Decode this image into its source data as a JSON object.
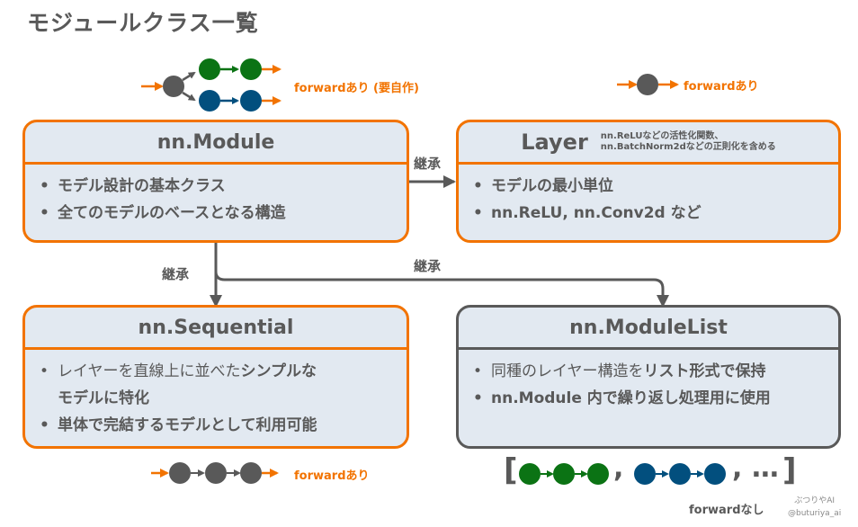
{
  "title": "モジュールクラス一覧",
  "colors": {
    "orange": "#f27300",
    "gray": "#595959",
    "green": "#0b7314",
    "blue": "#024f7e",
    "box_fill": "#e2e9f1"
  },
  "legend": {
    "branch_label": "forwardあり (要自作)",
    "single_label": "forwardあり",
    "sequential_label": "forwardあり",
    "modulelist_label": "forwardなし",
    "list_comma": ",",
    "list_tail": ", …",
    "list_open": "[",
    "list_close": "]"
  },
  "inherit_label": "継承",
  "boxes": {
    "module": {
      "title": "nn.Module",
      "items": [
        "モデル設計の基本クラス",
        "全てのモデルのベースとなる構造"
      ]
    },
    "layer": {
      "title": "Layer",
      "note_line1": "nn.ReLUなどの活性化関数、",
      "note_line2": "nn.BatchNorm2dなどの正則化を含める",
      "items": [
        "モデルの最小単位",
        "nn.ReLU, nn.Conv2d など"
      ]
    },
    "sequential": {
      "title": "nn.Sequential",
      "item1_normal": "レイヤーを直線上に並べた",
      "item1_bold": "シンプルな",
      "item1_line2": "モデルに特化",
      "item2": "単体で完結するモデルとして利用可能"
    },
    "modulelist": {
      "title": "nn.ModuleList",
      "item1_normal": "同種のレイヤー構造を",
      "item1_bold": "リスト形式で保持",
      "item2": "nn.Module 内で繰り返し処理用に使用"
    }
  },
  "bullet": "•",
  "credit": {
    "line1": "ぶつりやAI",
    "line2": "@buturiya_ai"
  }
}
